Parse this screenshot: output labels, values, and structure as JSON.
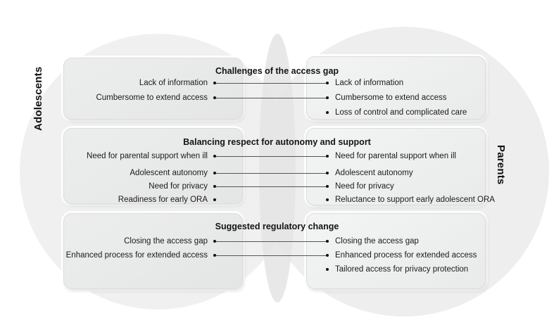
{
  "figure": {
    "type": "venn-diagram",
    "circles": {
      "left_label": "Adolescents",
      "right_label": "Parents",
      "left_color": "#f0f0f0",
      "right_color": "#eeeeee",
      "overlap_color": "#e4e4e4"
    }
  },
  "sections": [
    {
      "title": "Challenges of the access gap",
      "left_items": [
        "Lack of information",
        "Cumbersome to extend access"
      ],
      "right_items": [
        "Lack of information",
        "Cumbersome to extend access",
        "Loss of control and complicated care"
      ],
      "linked_pairs": 2
    },
    {
      "title": "Balancing respect for autonomy and support",
      "left_items": [
        "Need for parental support when ill",
        "Adolescent autonomy",
        "Need for privacy",
        "Readiness for early ORA"
      ],
      "right_items": [
        "Need for parental support when ill",
        "Adolescent autonomy",
        "Need for privacy",
        "Reluctance to support early adolescent ORA"
      ],
      "linked_pairs": 3
    },
    {
      "title": "Suggested regulatory change",
      "left_items": [
        "Closing the access gap",
        "Enhanced process for extended access"
      ],
      "right_items": [
        "Closing the access gap",
        "Enhanced process for extended access",
        "Tailored access for privacy protection"
      ],
      "linked_pairs": 2
    }
  ]
}
